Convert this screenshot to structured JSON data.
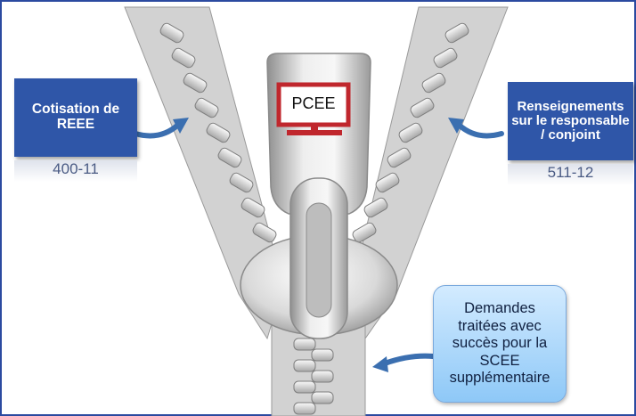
{
  "left_box": {
    "title": "Cotisation de REEE",
    "code": "400-11"
  },
  "right_box": {
    "title": "Renseignements sur le responsable / conjoint",
    "code": "511-12"
  },
  "monitor": {
    "label": "PCEE"
  },
  "bubble": {
    "text": "Demandes traitées avec succès pour la SCEE supplémentaire"
  },
  "colors": {
    "box_fill": "#2f56a8",
    "frame": "#2b4aa0",
    "arrow": "#3b6fb0",
    "monitor": "#c0272d",
    "bubble": "#a9d6fb"
  }
}
